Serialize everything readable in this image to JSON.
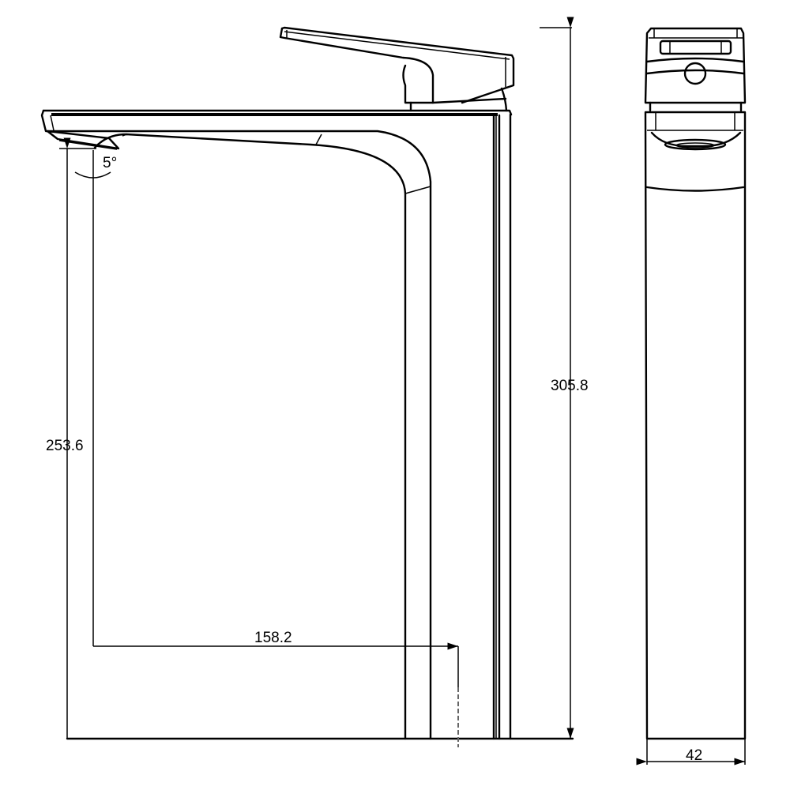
{
  "drawing": {
    "dimensions": {
      "total_height": "305.8",
      "spout_height": "253.6",
      "spout_reach": "158.2",
      "body_width": "42",
      "spout_angle": "5°"
    },
    "colors": {
      "line": "#000000",
      "background": "#ffffff"
    }
  }
}
